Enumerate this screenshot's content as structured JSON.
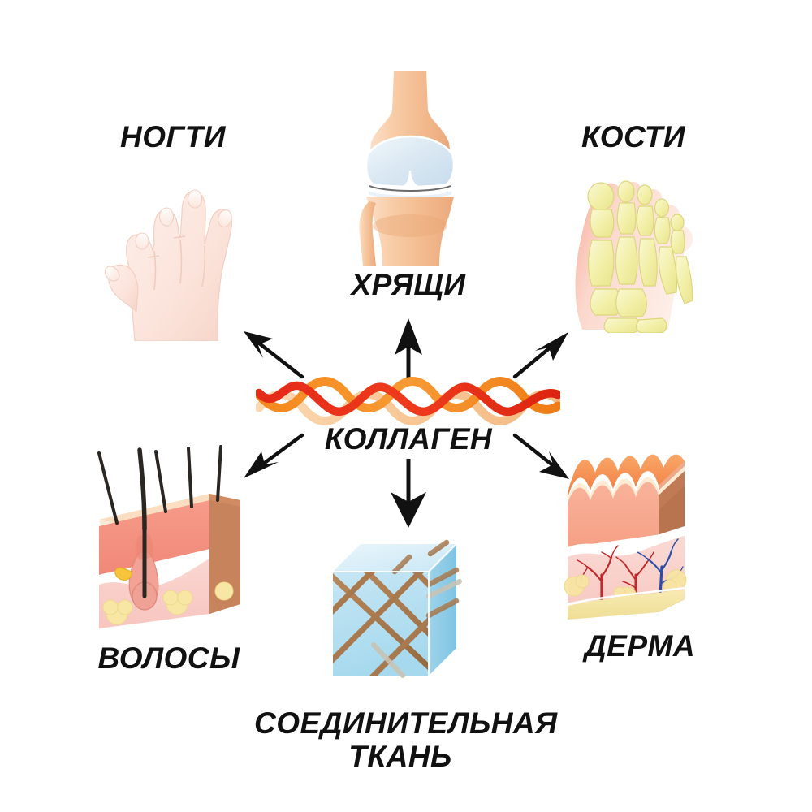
{
  "diagram": {
    "type": "radial-concept-map",
    "center": {
      "label": "КОЛЛАГЕН",
      "icon": "collagen-triple-helix-icon",
      "colors": {
        "strand_red": "#E42A18",
        "strand_orange": "#F07C1E",
        "strand_light": "#F8CFA2"
      }
    },
    "background_color": "#FFFFFF",
    "label_color": "#111111",
    "arrow_color": "#111111",
    "nodes": [
      {
        "id": "nails",
        "label": "НОГТИ",
        "icon": "hand-with-nails-icon",
        "direction": "up-left",
        "colors": {
          "skin": "#FBE4DC",
          "nail": "#FFF6F2"
        }
      },
      {
        "id": "cartilage",
        "label": "ХРЯЩИ",
        "icon": "knee-joint-cartilage-icon",
        "direction": "up",
        "colors": {
          "bone": "#F6CBA2",
          "cartilage": "#DCE9F3"
        }
      },
      {
        "id": "bones",
        "label": "КОСТИ",
        "icon": "foot-skeleton-icon",
        "direction": "up-right",
        "colors": {
          "bone": "#F3EFA9",
          "skin": "#F9C9BC"
        }
      },
      {
        "id": "hair",
        "label": "ВОЛОСЫ",
        "icon": "skin-hair-follicle-icon",
        "direction": "down-left",
        "colors": {
          "surface": "#F2A65A",
          "epidermis": "#F28C7C",
          "dermis": "#F9CCC6",
          "fat": "#F6E9A8",
          "hair": "#2A2622"
        }
      },
      {
        "id": "connective-tissue",
        "label": "СОЕДИНИТЕЛЬНАЯ\nТКАНЬ",
        "icon": "collagen-fiber-cube-icon",
        "direction": "down",
        "colors": {
          "cube": "#AEDCEF",
          "fiber": "#A8794E"
        }
      },
      {
        "id": "dermis",
        "label": "ДЕРМА",
        "icon": "dermis-cross-section-icon",
        "direction": "down-right",
        "colors": {
          "surface": "#F58E50",
          "epidermis": "#F7AE92",
          "dermis": "#FAD2CC",
          "fat": "#F5E3A5",
          "artery": "#C0282A",
          "vein": "#2B4FA8"
        }
      }
    ]
  }
}
